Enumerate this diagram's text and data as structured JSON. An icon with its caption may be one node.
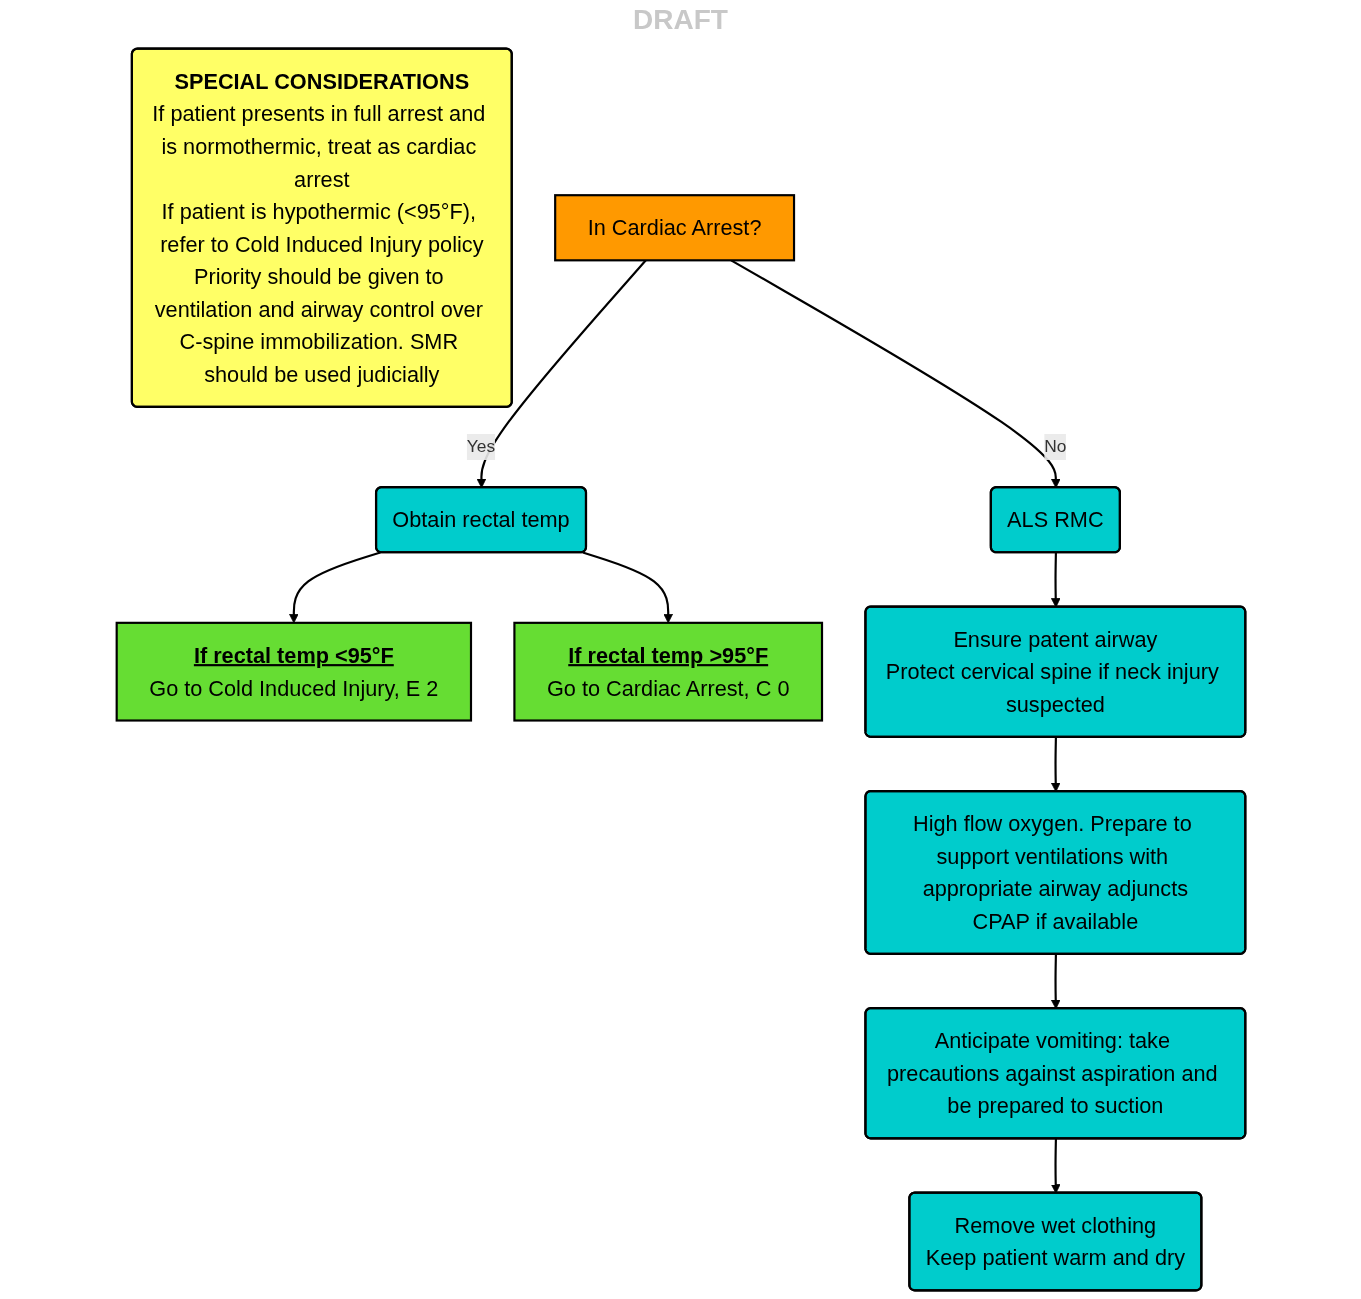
{
  "diagram": {
    "nodes": [
      {
        "text": [
          "In Cardiac Arrest?"
        ]
      },
      {
        "text": [
          "Obtain rectal temp"
        ]
      },
      {
        "text": [
          "ALS RMC"
        ]
      },
      {
        "text": [
          "If rectal temp <95°F",
          "Go to Cold Induced Injury, E 2"
        ]
      },
      {
        "text": [
          "If rectal temp >95°F",
          "Go to Cardiac Arrest, C 0"
        ]
      },
      {
        "text": [
          "Ensure patent airway",
          "Protect cervical spine if neck injury suspected"
        ]
      },
      {
        "text": [
          "High flow oxygen. Prepare to support ventilations with appropriate airway adjuncts",
          "CPAP if available"
        ]
      },
      {
        "text": [
          "Anticipate vomiting: take precautions against aspiration and be prepared to suction"
        ]
      },
      {
        "text": [
          "Remove wet clothing",
          "Keep patient warm and dry"
        ]
      },
      {
        "text": [
          "SPECIAL CONSIDERATIONS",
          "If patient presents in full arrest and is normothermic, treat as cardiac arrest",
          "If patient is hypothermic (<95°F), refer to Cold Induced Injury policy",
          "Priority should be given to ventilation and airway control over C-spine immobilization. SMR should be used judicially"
        ]
      }
    ],
    "edges": [
      {
        "from": 0,
        "to": 1,
        "label": "Yes",
        "arrow": "to"
      },
      {
        "from": 0,
        "to": 2,
        "label": "No",
        "arrow": "to"
      },
      {
        "from": 1,
        "to": 3,
        "arrow": "to"
      },
      {
        "from": 1,
        "to": 4,
        "arrow": "to"
      },
      {
        "from": 2,
        "to": 5,
        "arrow": "to"
      },
      {
        "from": 5,
        "to": 6,
        "arrow": "to"
      },
      {
        "from": 6,
        "to": 7,
        "arrow": "to"
      },
      {
        "from": 7,
        "to": 8,
        "arrow": "to"
      }
    ],
    "labels": [
      "DRAFT"
    ]
  }
}
